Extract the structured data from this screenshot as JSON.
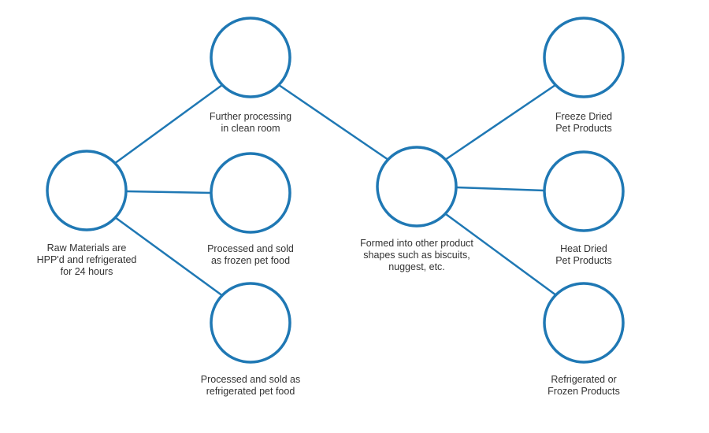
{
  "colors": {
    "connector": "#1f78b4",
    "text": "#333333"
  },
  "nodes": {
    "raw": {
      "icon": "raw-meat-chicken-salmon-photo",
      "label": [
        "Raw Materials are",
        "HPP'd and refrigerated",
        "for 24 hours"
      ]
    },
    "cleanroom": {
      "icon": "clean-room-worker-photo",
      "label": [
        "Further processing",
        "in clean room"
      ]
    },
    "frozen": {
      "icon": "frozen-pet-food-nuggets-photo",
      "label": [
        "Processed and sold",
        "as frozen pet food"
      ]
    },
    "refrigerated": {
      "icon": "ground-meat-tray-photo",
      "label": [
        "Processed and sold as",
        "refrigerated pet food"
      ]
    },
    "formed": {
      "icon": "kibble-bowl-photo",
      "label": [
        "Formed into other product",
        "shapes such as biscuits,",
        "nuggest, etc."
      ]
    },
    "freeze_dried": {
      "icon": "dog-food-bowl-photo",
      "label": [
        "Freeze Dried",
        "Pet Products"
      ]
    },
    "heat_dried": {
      "icon": "bone-biscuits-photo",
      "label": [
        "Heat Dried",
        "Pet Products"
      ]
    },
    "refrig_frozen_products": {
      "icon": "cat-and-dog-eating-photo",
      "label": [
        "Refrigerated or",
        "Frozen Products"
      ]
    }
  }
}
